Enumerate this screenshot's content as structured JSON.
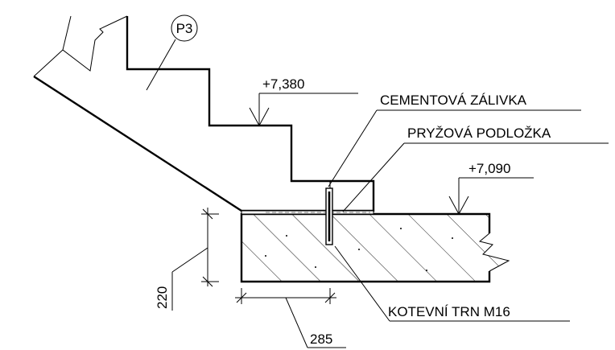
{
  "drawing": {
    "tag_p3": "P3",
    "level_top": "+7,380",
    "level_slab": "+7,090",
    "label_grout": "CEMENTOVÁ ZÁLIVKA",
    "label_pad": "PRYŽOVÁ PODLOŽKA",
    "label_anchor": "KOTEVNÍ TRN M16",
    "dim_height": "220",
    "dim_width": "285"
  }
}
